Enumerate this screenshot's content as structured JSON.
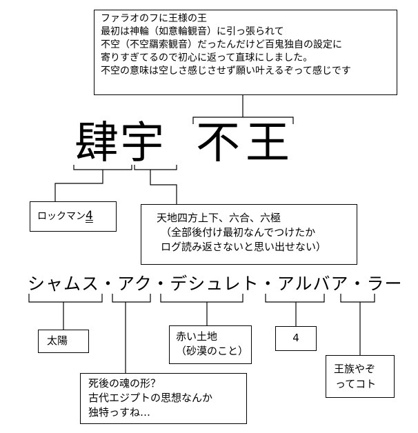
{
  "top_note": {
    "lines": [
      "ファラオのフに王様の王",
      "最初は神輪（如意輪観音）に引っ張られて",
      "不空（不空羂索観音）だったんだけど百鬼独自の設定に",
      "寄りすぎてるので初心に返って直球にしました。",
      "不空の意味は空しさ感じさせず願い叶えるぞって感じです"
    ]
  },
  "name_kanji": {
    "part1": "肆宇",
    "part2": "不王"
  },
  "notes_kanji": {
    "rockman_prefix": "ロックマン",
    "rockman_number": "4",
    "tenchi_lines": [
      "天地四方上下、六合、六極",
      "（全部後付け最初なんでつけたか",
      "ログ読み返さないと思い出せない）"
    ]
  },
  "name_reading": {
    "text": "シャムス・アク・デシュレト・アルバア・ラー"
  },
  "notes_reading": {
    "shams": "太陽",
    "aku_lines": [
      "死後の魂の形？",
      "古代エジプトの思想なんか",
      "独特っすね…"
    ],
    "deshret_lines": [
      "赤い土地",
      "（砂漠のこと）"
    ],
    "arbaa": "4",
    "ra_lines": [
      "王族やぞ",
      "ってコト"
    ]
  }
}
